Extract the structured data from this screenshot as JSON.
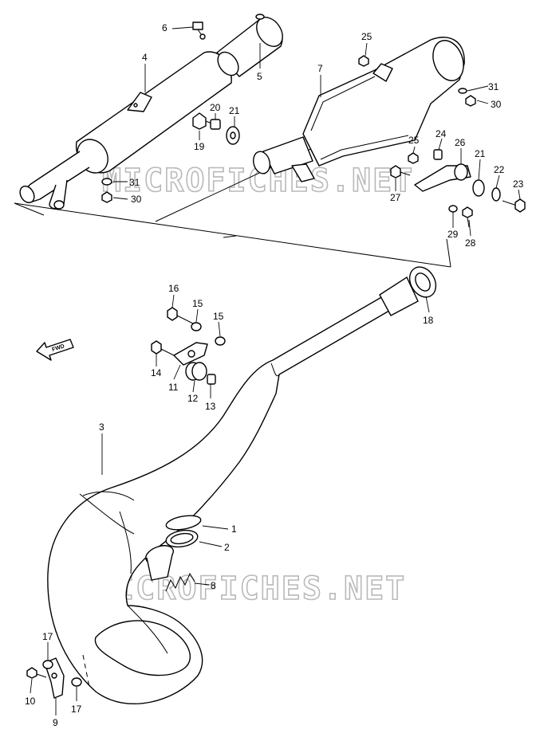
{
  "watermark": "MICROFICHES.NET",
  "fwd_label": "FWD",
  "callouts": [
    {
      "id": "c1",
      "text": "1"
    },
    {
      "id": "c2",
      "text": "2"
    },
    {
      "id": "c3",
      "text": "3"
    },
    {
      "id": "c4",
      "text": "4"
    },
    {
      "id": "c5",
      "text": "5"
    },
    {
      "id": "c6",
      "text": "6"
    },
    {
      "id": "c7",
      "text": "7"
    },
    {
      "id": "c8",
      "text": "8"
    },
    {
      "id": "c9",
      "text": "9"
    },
    {
      "id": "c10",
      "text": "10"
    },
    {
      "id": "c11",
      "text": "11"
    },
    {
      "id": "c12",
      "text": "12"
    },
    {
      "id": "c13",
      "text": "13"
    },
    {
      "id": "c14",
      "text": "14"
    },
    {
      "id": "c15a",
      "text": "15"
    },
    {
      "id": "c15b",
      "text": "15"
    },
    {
      "id": "c16",
      "text": "16"
    },
    {
      "id": "c17a",
      "text": "17"
    },
    {
      "id": "c17b",
      "text": "17"
    },
    {
      "id": "c18",
      "text": "18"
    },
    {
      "id": "c19",
      "text": "19"
    },
    {
      "id": "c20",
      "text": "20"
    },
    {
      "id": "c21a",
      "text": "21"
    },
    {
      "id": "c21b",
      "text": "21"
    },
    {
      "id": "c22",
      "text": "22"
    },
    {
      "id": "c23",
      "text": "23"
    },
    {
      "id": "c24",
      "text": "24"
    },
    {
      "id": "c25a",
      "text": "25"
    },
    {
      "id": "c25b",
      "text": "25"
    },
    {
      "id": "c26",
      "text": "26"
    },
    {
      "id": "c27",
      "text": "27"
    },
    {
      "id": "c28",
      "text": "28"
    },
    {
      "id": "c29",
      "text": "29"
    },
    {
      "id": "c30a",
      "text": "30"
    },
    {
      "id": "c30b",
      "text": "30"
    },
    {
      "id": "c31a",
      "text": "31"
    },
    {
      "id": "c31b",
      "text": "31"
    }
  ]
}
